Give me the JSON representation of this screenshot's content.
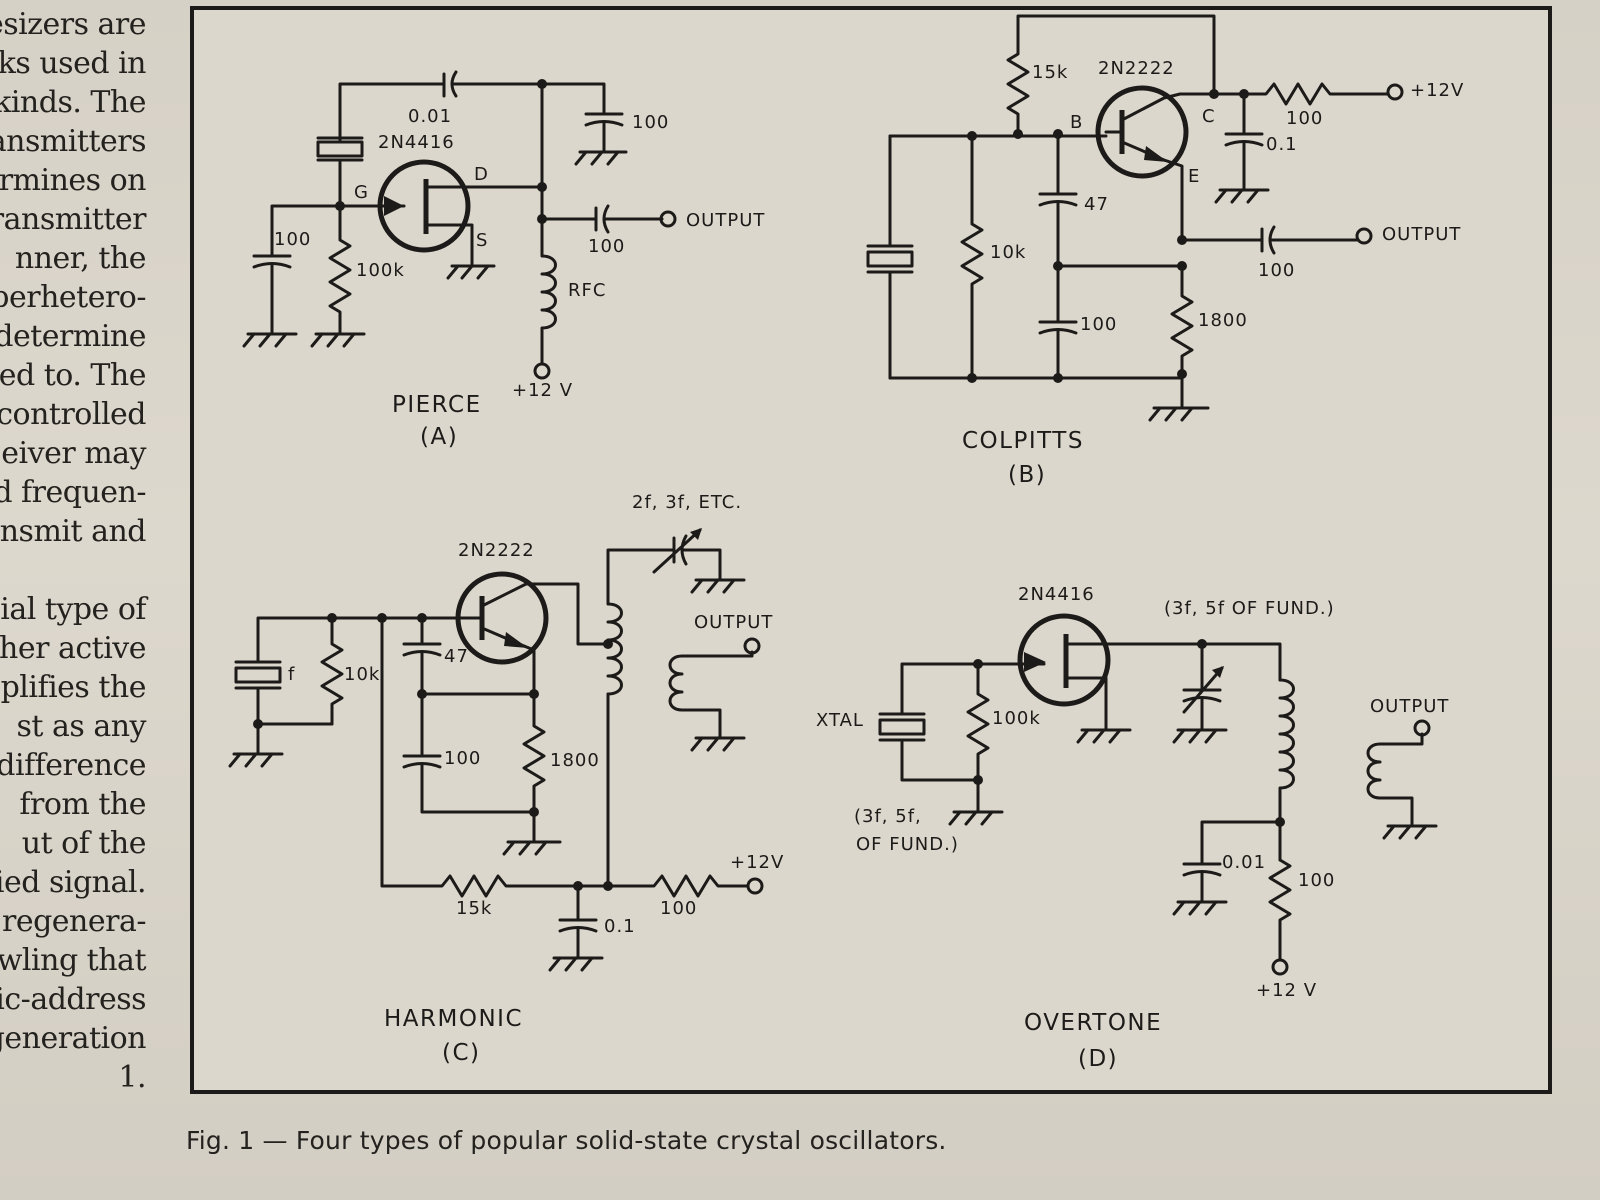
{
  "left_column_text": [
    "esizers are",
    "cks used in",
    "kinds. The",
    "ansmitters",
    "rmines on",
    "ransmitter",
    "nner, the",
    "perhetero-",
    "determine",
    "ed to. The",
    "controlled",
    "eiver may",
    "d frequen-",
    "nsmit and",
    "",
    "ial type of",
    "her active",
    "plifies the",
    "st as any",
    "difference",
    "from the",
    "ut of the",
    "ied signal.",
    "regenera-",
    "wling that",
    "ic-address",
    "generation",
    "1."
  ],
  "caption": "Fig. 1 — Four types of popular solid-state crystal oscillators.",
  "circuits": {
    "pierce": {
      "title": "PIERCE",
      "letter": "(A)",
      "transistor": "2N4416",
      "pin_g": "G",
      "pin_d": "D",
      "pin_s": "S",
      "cap_feedback": "0.01",
      "cap_drain": "100",
      "cap_gate": "100",
      "res_gate": "100k",
      "cap_output": "100",
      "choke": "RFC",
      "output": "OUTPUT",
      "supply": "+12 V"
    },
    "colpitts": {
      "title": "COLPITTS",
      "letter": "(B)",
      "transistor": "2N2222",
      "pin_b": "B",
      "pin_c": "C",
      "pin_e": "E",
      "res_base_top": "15k",
      "res_collector": "100",
      "supply": "+12V",
      "cap_collector": "0.1",
      "cap_47": "47",
      "res_base": "10k",
      "cap_100": "100",
      "res_emitter": "1800",
      "cap_output": "100",
      "output": "OUTPUT"
    },
    "harmonic": {
      "title": "HARMONIC",
      "letter": "(C)",
      "transistor": "2N2222",
      "tuning_note": "2f, 3f, ETC.",
      "crystal_label": "f",
      "res_base": "10k",
      "cap_47": "47",
      "cap_100": "100",
      "res_emitter": "1800",
      "res_15k": "15k",
      "cap_01": "0.1",
      "res_100": "100",
      "supply": "+12V",
      "output": "OUTPUT"
    },
    "overtone": {
      "title": "OVERTONE",
      "letter": "(D)",
      "transistor": "2N4416",
      "tuning_note": "(3f, 5f OF FUND.)",
      "crystal_label": "XTAL",
      "res_gate": "100k",
      "crystal_note_1": "(3f, 5f,",
      "crystal_note_2": "OF FUND.)",
      "cap_001": "0.01",
      "res_100": "100",
      "supply": "+12 V",
      "output": "OUTPUT"
    }
  }
}
